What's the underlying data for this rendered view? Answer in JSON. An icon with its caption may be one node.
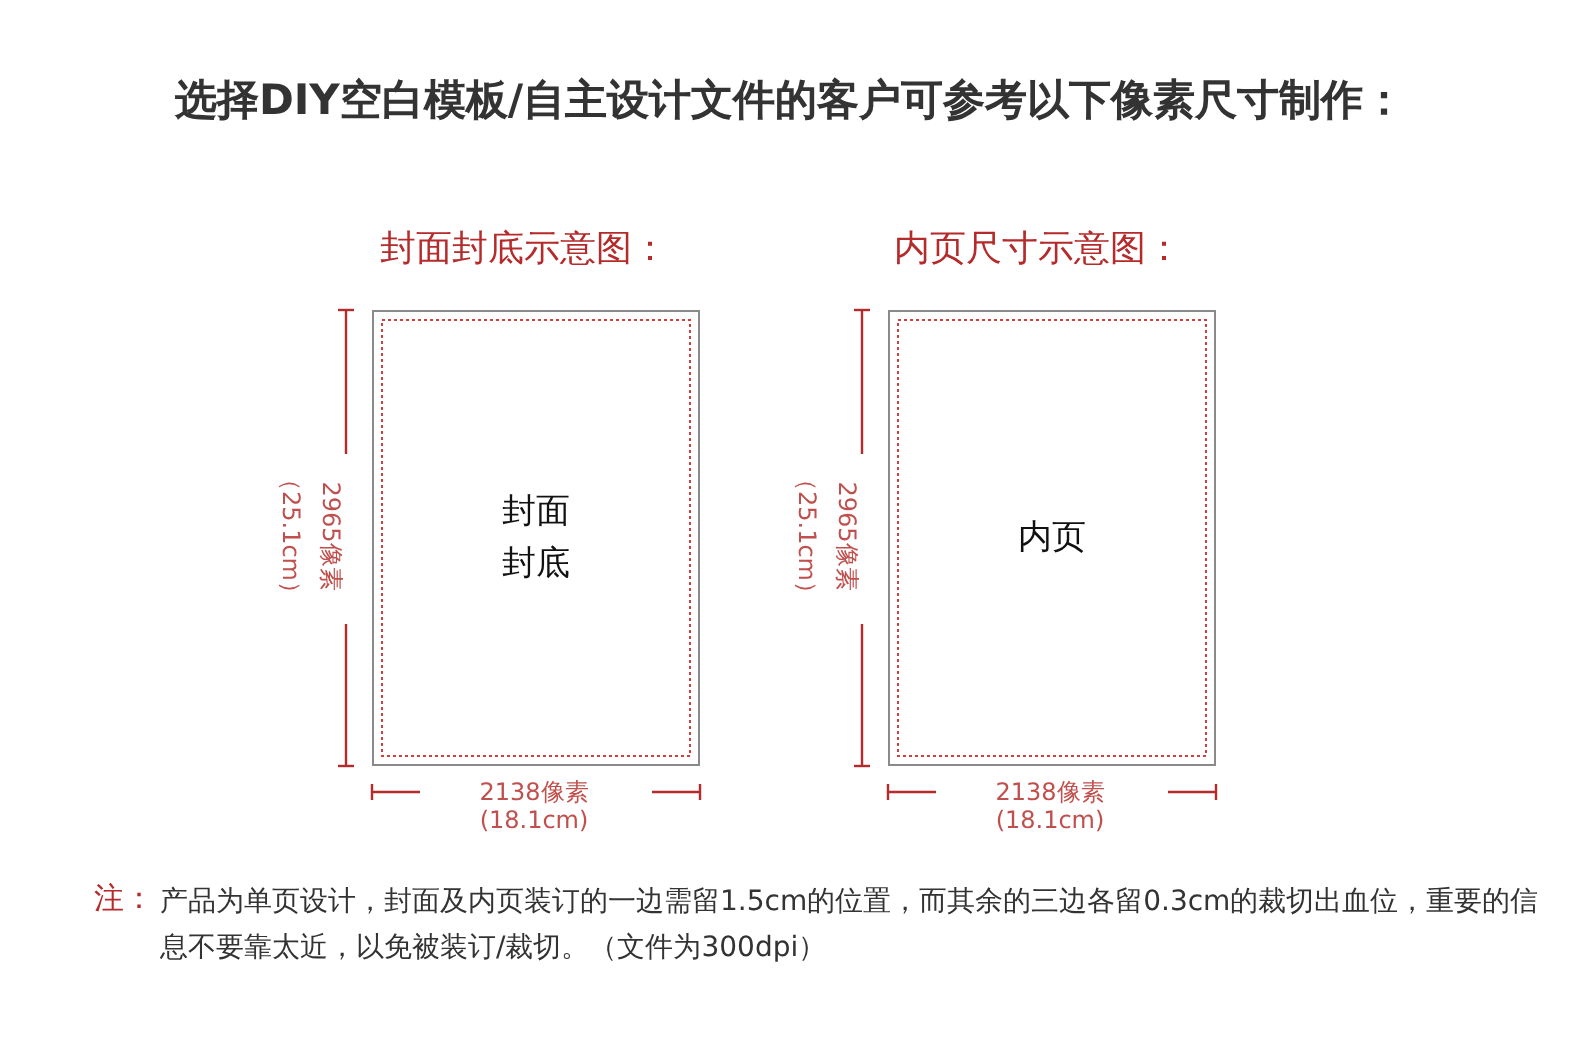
{
  "diagram": {
    "title": "选择DIY空白模板/自主设计文件的客户可参考以下像素尺寸制作：",
    "nodes": [
      {
        "text": [
          "封面封底"
        ]
      },
      {
        "text": [
          "内页"
        ]
      }
    ],
    "edges": [],
    "labels": [
      "封面封底示意图：",
      "2965像素",
      "（25.1cm）",
      "2138像素",
      "(18.1cm)",
      "内页尺寸示意图：",
      "2965像素",
      "（25.1cm）",
      "2138像素",
      "(18.1cm)",
      "注：",
      "产品为单页设计，封面及内页装订的一边需留1.5cm的位置，而其余的三边各留0.3cm的裁切出血位，重要的信息不要靠太近，以免被装订/裁切。（文件为300dpi）"
    ]
  }
}
